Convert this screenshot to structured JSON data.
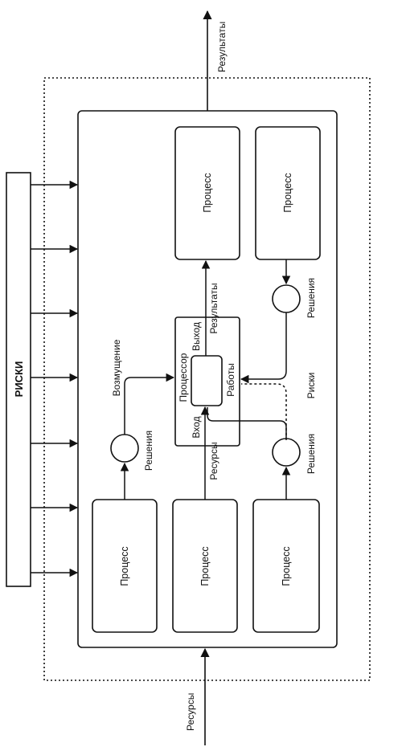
{
  "labels": {
    "results_top": "Результаты",
    "resources_bottom": "Ресурсы",
    "risks_bar": "РИСКИ",
    "process": "Процесс",
    "disturbance": "Возмущение",
    "decisions": "Решения",
    "processor": "Процессор",
    "input": "Вход",
    "output": "Выход",
    "works": "Работы",
    "resources_inner": "Ресурсы",
    "results_inner": "Результаты",
    "risks_inner": "Риски"
  },
  "colors": {
    "ink": "#111111",
    "background": "#ffffff"
  }
}
